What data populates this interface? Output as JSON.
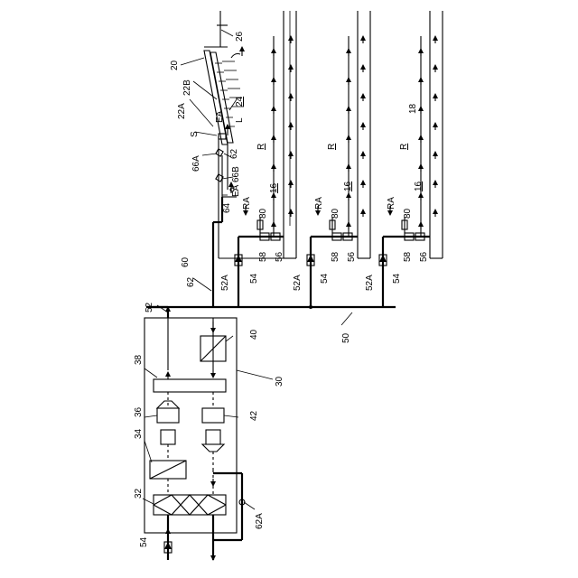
{
  "figure": {
    "labels": [
      {
        "id": "26",
        "text": "26"
      },
      {
        "id": "20",
        "text": "20"
      },
      {
        "id": "22B",
        "text": "22B"
      },
      {
        "id": "22A",
        "text": "22A"
      },
      {
        "id": "24",
        "text": "24"
      },
      {
        "id": "EA_top",
        "text": "EA"
      },
      {
        "id": "L",
        "text": "L"
      },
      {
        "id": "S",
        "text": "S"
      },
      {
        "id": "66A",
        "text": "66A"
      },
      {
        "id": "62_upper",
        "text": "62"
      },
      {
        "id": "66B",
        "text": "66B"
      },
      {
        "id": "EA_mid",
        "text": "EA"
      },
      {
        "id": "64",
        "text": "64"
      },
      {
        "id": "R_1",
        "text": "R"
      },
      {
        "id": "R_2",
        "text": "R"
      },
      {
        "id": "R_3",
        "text": "R"
      },
      {
        "id": "16_1",
        "text": "16"
      },
      {
        "id": "16_2",
        "text": "16"
      },
      {
        "id": "16_3",
        "text": "16"
      },
      {
        "id": "18",
        "text": "18"
      },
      {
        "id": "RA_1",
        "text": "RA"
      },
      {
        "id": "RA_2",
        "text": "RA"
      },
      {
        "id": "RA_3",
        "text": "RA"
      },
      {
        "id": "80_1",
        "text": "80"
      },
      {
        "id": "80_2",
        "text": "80"
      },
      {
        "id": "80_3",
        "text": "80"
      },
      {
        "id": "58_1",
        "text": "58"
      },
      {
        "id": "58_2",
        "text": "58"
      },
      {
        "id": "58_3",
        "text": "58"
      },
      {
        "id": "56_1",
        "text": "56"
      },
      {
        "id": "56_2",
        "text": "56"
      },
      {
        "id": "56_3",
        "text": "56"
      },
      {
        "id": "54_1",
        "text": "54"
      },
      {
        "id": "54_2",
        "text": "54"
      },
      {
        "id": "54_3",
        "text": "54"
      },
      {
        "id": "52A_1",
        "text": "52A"
      },
      {
        "id": "52A_2",
        "text": "52A"
      },
      {
        "id": "52A_3",
        "text": "52A"
      },
      {
        "id": "60",
        "text": "60"
      },
      {
        "id": "62_lower",
        "text": "62"
      },
      {
        "id": "52",
        "text": "52"
      },
      {
        "id": "50",
        "text": "50"
      },
      {
        "id": "38",
        "text": "38"
      },
      {
        "id": "40",
        "text": "40"
      },
      {
        "id": "30",
        "text": "30"
      },
      {
        "id": "36",
        "text": "36"
      },
      {
        "id": "42",
        "text": "42"
      },
      {
        "id": "34",
        "text": "34"
      },
      {
        "id": "32",
        "text": "32"
      },
      {
        "id": "54_in",
        "text": "54"
      },
      {
        "id": "62A",
        "text": "62A"
      }
    ]
  }
}
